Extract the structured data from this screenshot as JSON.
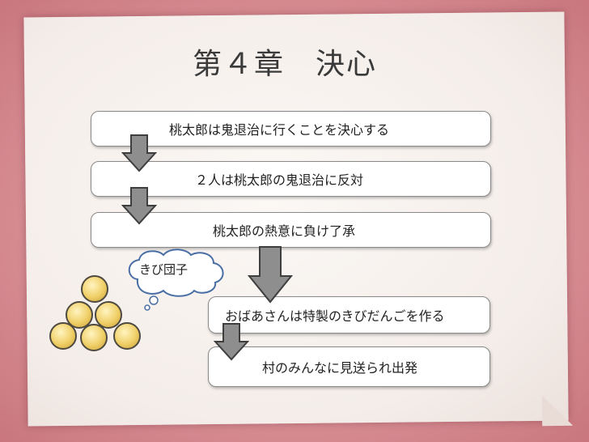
{
  "title": "第４章　決心",
  "steps": [
    "桃太郎は鬼退治に行くことを決心する",
    "２人は桃太郎の鬼退治に反対",
    "桃太郎の熱意に負け了承",
    "おばあさんは特製のきびだんごを作る",
    "村のみんなに見送られ出発"
  ],
  "callout": "きび団子",
  "colors": {
    "arrow_fill": "#8e8e8e",
    "arrow_stroke": "#3e3e3e",
    "box_border": "#8a8a8a"
  }
}
